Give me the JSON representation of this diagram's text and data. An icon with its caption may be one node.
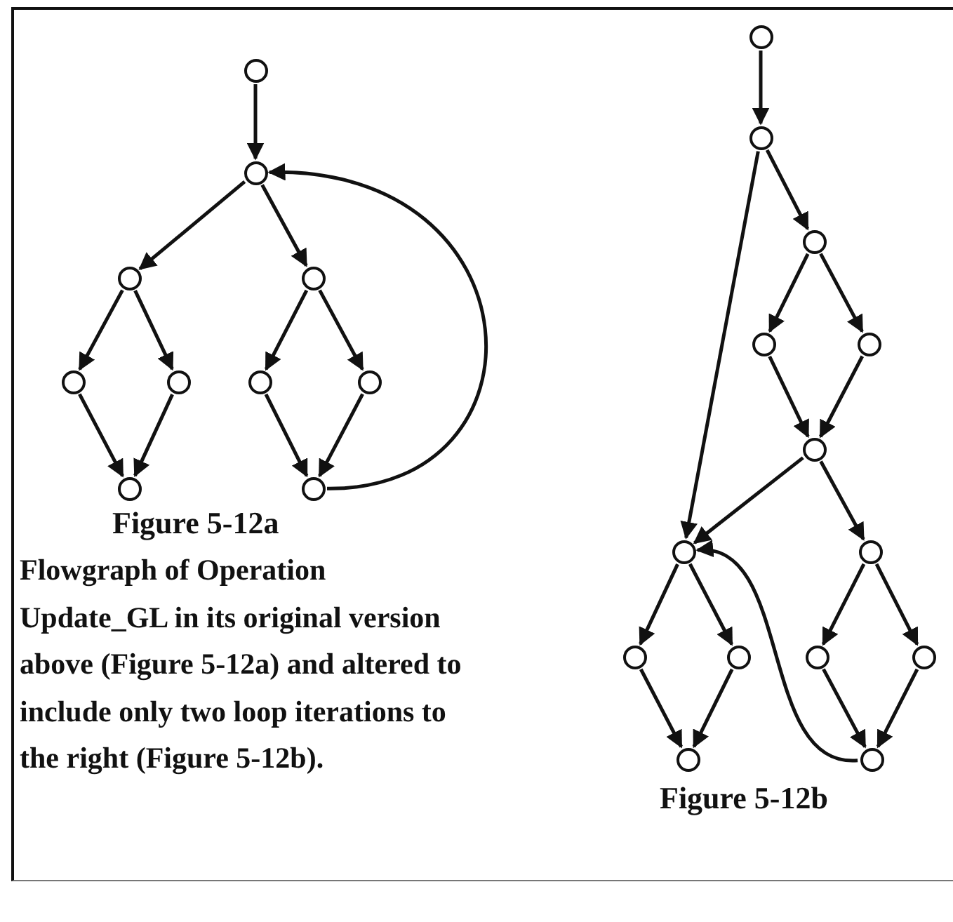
{
  "diagram": {
    "caption": "Flowgraph of Operation Update_GL in its original version above (Figure 5-12a) and altered to include only two loop iterations to the right (Figure 5-12b).",
    "nodes": [
      {
        "text": [],
        "shape": "circle"
      },
      {
        "text": [],
        "shape": "circle"
      },
      {
        "text": [],
        "shape": "circle"
      },
      {
        "text": [],
        "shape": "circle"
      },
      {
        "text": [],
        "shape": "circle"
      },
      {
        "text": [],
        "shape": "circle"
      },
      {
        "text": [],
        "shape": "circle"
      },
      {
        "text": [],
        "shape": "circle"
      },
      {
        "text": [],
        "shape": "circle"
      },
      {
        "text": [],
        "shape": "circle"
      },
      {
        "text": [],
        "shape": "circle"
      },
      {
        "text": [],
        "shape": "circle"
      },
      {
        "text": [],
        "shape": "circle"
      },
      {
        "text": [],
        "shape": "circle"
      },
      {
        "text": [],
        "shape": "circle"
      },
      {
        "text": [],
        "shape": "circle"
      },
      {
        "text": [],
        "shape": "circle"
      },
      {
        "text": [],
        "shape": "circle"
      },
      {
        "text": [],
        "shape": "circle"
      },
      {
        "text": [],
        "shape": "circle"
      },
      {
        "text": [],
        "shape": "circle"
      },
      {
        "text": [],
        "shape": "circle"
      },
      {
        "text": [],
        "shape": "circle"
      },
      {
        "text": [],
        "shape": "circle"
      }
    ],
    "edges": [
      {
        "from": 0,
        "to": 1,
        "arrow": "to"
      },
      {
        "from": 1,
        "to": 2,
        "arrow": "to"
      },
      {
        "from": 1,
        "to": 6,
        "arrow": "to"
      },
      {
        "from": 2,
        "to": 3,
        "arrow": "to"
      },
      {
        "from": 2,
        "to": 4,
        "arrow": "to"
      },
      {
        "from": 3,
        "to": 5,
        "arrow": "to"
      },
      {
        "from": 4,
        "to": 5,
        "arrow": "to"
      },
      {
        "from": 6,
        "to": 7,
        "arrow": "to"
      },
      {
        "from": 6,
        "to": 8,
        "arrow": "to"
      },
      {
        "from": 7,
        "to": 9,
        "arrow": "to"
      },
      {
        "from": 8,
        "to": 9,
        "arrow": "to"
      },
      {
        "from": 9,
        "to": 1,
        "arrow": "to"
      },
      {
        "from": 10,
        "to": 11,
        "arrow": "to"
      },
      {
        "from": 11,
        "to": 12,
        "arrow": "to"
      },
      {
        "from": 11,
        "to": 16,
        "arrow": "to"
      },
      {
        "from": 12,
        "to": 13,
        "arrow": "to"
      },
      {
        "from": 12,
        "to": 14,
        "arrow": "to"
      },
      {
        "from": 13,
        "to": 15,
        "arrow": "to"
      },
      {
        "from": 14,
        "to": 15,
        "arrow": "to"
      },
      {
        "from": 15,
        "to": 16,
        "arrow": "to"
      },
      {
        "from": 15,
        "to": 20,
        "arrow": "to"
      },
      {
        "from": 16,
        "to": 17,
        "arrow": "to"
      },
      {
        "from": 16,
        "to": 18,
        "arrow": "to"
      },
      {
        "from": 17,
        "to": 19,
        "arrow": "to"
      },
      {
        "from": 18,
        "to": 19,
        "arrow": "to"
      },
      {
        "from": 20,
        "to": 21,
        "arrow": "to"
      },
      {
        "from": 20,
        "to": 22,
        "arrow": "to"
      },
      {
        "from": 21,
        "to": 23,
        "arrow": "to"
      },
      {
        "from": 22,
        "to": 23,
        "arrow": "to"
      },
      {
        "from": 23,
        "to": 16,
        "arrow": "to"
      }
    ],
    "labels": [
      "Figure 5-12a",
      "Figure 5-12b"
    ]
  }
}
